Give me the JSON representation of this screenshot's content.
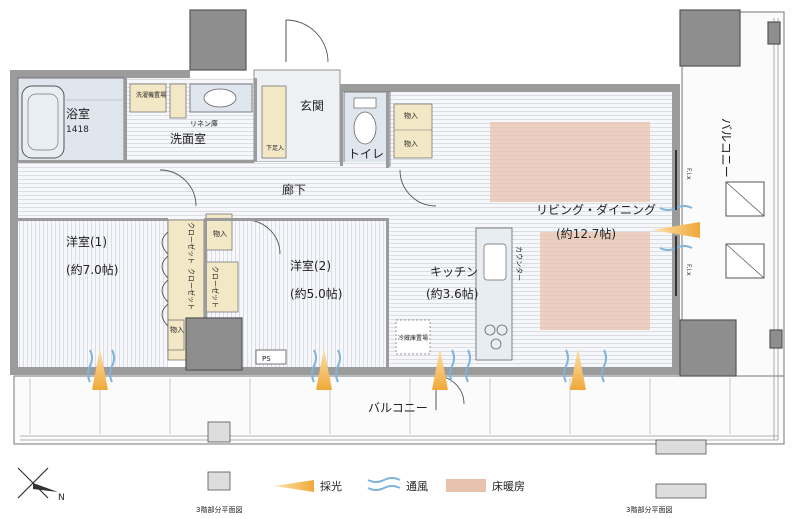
{
  "rooms": {
    "bath": "浴室",
    "bath_size": "1418",
    "washer_space": "洗濯機置場",
    "linen_storage": "リネン庫",
    "washroom": "洗面室",
    "entrance": "玄関",
    "shoe_storage": "下足入",
    "toilet": "トイレ",
    "storage": "物入",
    "corridor": "廊下",
    "western1": "洋室(1)",
    "western1_size": "(約7.0帖)",
    "western2": "洋室(2)",
    "western2_size": "(約5.0帖)",
    "kitchen": "キッチン",
    "kitchen_size": "(約3.6帖)",
    "counter": "カウンター",
    "fridge_space": "冷蔵庫置場",
    "closet": "クローゼット",
    "ps": "PS",
    "ldk": "リビング・ダイニング",
    "ldk_size": "(約12.7帖)",
    "fix": "F.i.x",
    "balcony_east": "バルコニー",
    "balcony_south": "バルコニー"
  },
  "legend": {
    "daylight": "採光",
    "ventilation": "通風",
    "floor_heating": "床暖房",
    "third_floor_note_left": "3階部分平面図",
    "third_floor_note_right": "3階部分平面図",
    "north_mark": "N"
  },
  "colors": {
    "wall": "#9b9b9b",
    "floor_heating": "#e8c2ac",
    "daylight": "#f0a838",
    "ventilation": "#7fb3dc",
    "storage": "#f2e8c6",
    "wet_area": "#dfe6ee"
  }
}
